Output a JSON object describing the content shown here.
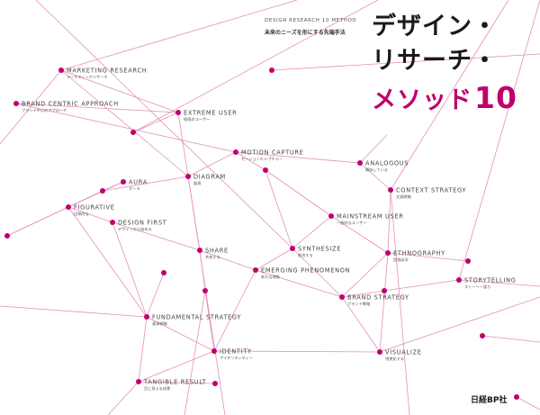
{
  "cover": {
    "overline": "DESIGN RESEARCH 10 METHOD",
    "subtitle": "未来のニーズを形にする先端手法",
    "title_line1": "デザイン・",
    "title_line2": "リサーチ・",
    "title_line3": "メソッド",
    "title_number": "10",
    "publisher": "日経BP社"
  },
  "colors": {
    "accent": "#c0006d",
    "line": "#e58fb7",
    "text": "#444444"
  },
  "methods": [
    {
      "label": "MARKETING RESEARCH",
      "sub": "マーケティングリサーチ"
    },
    {
      "label": "BRAND CENTRIC APPROACH",
      "sub": "ブランド中心のアプローチ"
    },
    {
      "label": "EXTREME USER",
      "sub": "極限のユーザー"
    },
    {
      "label": "MOTION CAPTURE",
      "sub": "モーションキャプチャー"
    },
    {
      "label": "ANALOGOUS",
      "sub": "類似している"
    },
    {
      "label": "AURA",
      "sub": "オーラ"
    },
    {
      "label": "DIAGRAM",
      "sub": "図表"
    },
    {
      "label": "CONTEXT STRATEGY",
      "sub": "文脈戦略"
    },
    {
      "label": "FIGURATIVE",
      "sub": "比喩的な"
    },
    {
      "label": "DESIGN FIRST",
      "sub": "デザインから始める"
    },
    {
      "label": "MAINSTREAM USER",
      "sub": "一般的なユーザー"
    },
    {
      "label": "SYNTHESIZE",
      "sub": "統合する"
    },
    {
      "label": "ETHNOGRAPHY",
      "sub": "民族誌学"
    },
    {
      "label": "SHARE",
      "sub": "共有する"
    },
    {
      "label": "EMERGING PHENOMENON",
      "sub": "新たな現象"
    },
    {
      "label": "STORYTELLING",
      "sub": "ストーリー語り"
    },
    {
      "label": "BRAND STRATEGY",
      "sub": "ブランド戦略"
    },
    {
      "label": "FUNDAMENTAL STRATEGY",
      "sub": "基本戦略"
    },
    {
      "label": "IDENTITY",
      "sub": "アイデンティティー"
    },
    {
      "label": "VISUALIZE",
      "sub": "視覚化する"
    },
    {
      "label": "TANGIBLE RESULT",
      "sub": "目に見える成果"
    }
  ]
}
